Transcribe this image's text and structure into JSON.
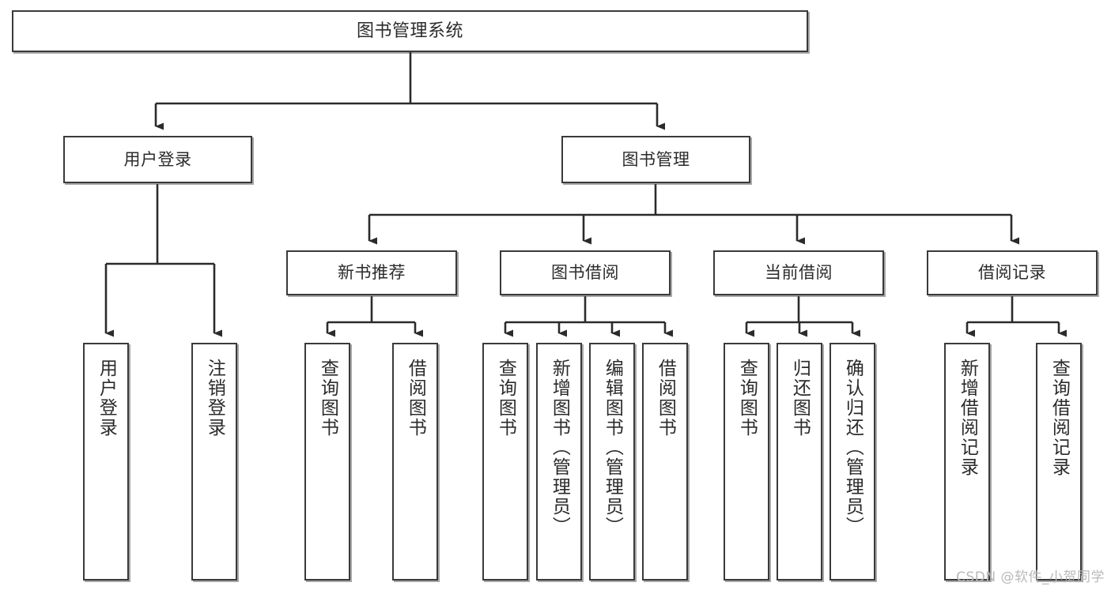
{
  "diagram": {
    "title": "图书管理系统",
    "type": "tree",
    "watermark": "CSDN @软件_小贺同学",
    "colors": {
      "box_border": "#3a3a3a",
      "box_fill": "#ffffff",
      "connector": "#2b2b2b",
      "text": "#2b2b2b",
      "watermark": "#b9b9b9"
    },
    "nodes": {
      "root": {
        "label": "图书管理系统"
      },
      "level2": [
        {
          "id": "user-login",
          "label": "用户登录"
        },
        {
          "id": "book-manage",
          "label": "图书管理"
        }
      ],
      "level3": [
        {
          "id": "new-book-recommend",
          "label": "新书推荐"
        },
        {
          "id": "book-borrow",
          "label": "图书借阅"
        },
        {
          "id": "current-borrow",
          "label": "当前借阅"
        },
        {
          "id": "borrow-record",
          "label": "借阅记录"
        }
      ],
      "leaves": {
        "user_login": [
          {
            "id": "leaf-user-login",
            "label": "用户登录"
          },
          {
            "id": "leaf-logout-login",
            "label": "注销登录"
          }
        ],
        "new_book_recommend": [
          {
            "id": "leaf-query-book-1",
            "label": "查询图书"
          },
          {
            "id": "leaf-borrow-book-1",
            "label": "借阅图书"
          }
        ],
        "book_borrow": [
          {
            "id": "leaf-query-book-2",
            "label": "查询图书"
          },
          {
            "id": "leaf-add-book",
            "label": "新增图书（管理员）"
          },
          {
            "id": "leaf-edit-book",
            "label": "编辑图书（管理员）"
          },
          {
            "id": "leaf-borrow-book-2",
            "label": "借阅图书"
          }
        ],
        "current_borrow": [
          {
            "id": "leaf-query-book-3",
            "label": "查询图书"
          },
          {
            "id": "leaf-return-book",
            "label": "归还图书"
          },
          {
            "id": "leaf-confirm-return",
            "label": "确认归还（管理员）"
          }
        ],
        "borrow_record": [
          {
            "id": "leaf-add-record",
            "label": "新增借阅记录"
          },
          {
            "id": "leaf-query-record",
            "label": "查询借阅记录"
          }
        ]
      }
    }
  }
}
